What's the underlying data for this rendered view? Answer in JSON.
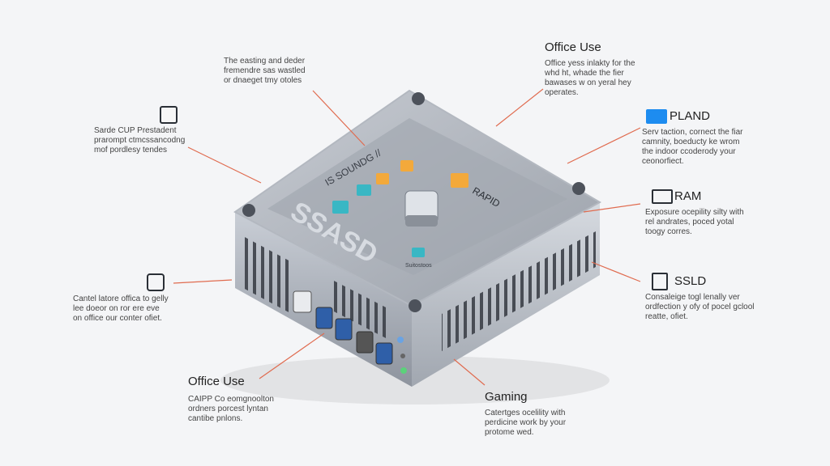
{
  "annotations": [
    {
      "key": "top_center",
      "title": "",
      "body": "The easting and deder\nfremendre sas wastled\nor dnaeget tmy otoles"
    },
    {
      "key": "top_right",
      "title": "Office Use",
      "body": "Office yess inlakty for the\nwhd ht, whade the fier\nbawases w on yeral hey\noperates."
    },
    {
      "key": "left_upper",
      "title": "",
      "body": "Sarde CUP Prestadent\nprarompt ctmcssancodng\nmof pordlesy tendes"
    },
    {
      "key": "right_upper",
      "title": "PLAND",
      "body": "Serv taction, cornect the fiar\ncamnity, boeducty ke wrom\nthe indoor ccoderody your\nceonorfiect."
    },
    {
      "key": "right_middle",
      "title": "RAM",
      "body": "Exposure ocepility silty with\nrel andrates, poced yotal\ntoogy corres."
    },
    {
      "key": "left_lower",
      "title": "",
      "body": "Cantel latore offica to gelly\nlee doeor on ror ere eve\non office our conter ofiet."
    },
    {
      "key": "right_lower",
      "title": "SSLD",
      "body": "Consaleige togl lenally ver\nordfection y ofy of pocel gclool\nreatte, ofiet."
    },
    {
      "key": "bottom_left",
      "title": "Office Use",
      "body": "CAIPP Co eomgnoolton\nordners porcest lyntan\ncantibe pnlons."
    },
    {
      "key": "bottom_right",
      "title": "Gaming",
      "body": "Catertges ocelility with\nperdicine work by your\nprotome wed."
    }
  ],
  "device": {
    "lid_text": "SSASD",
    "lid_small_text": "IS SOUNDG  //",
    "badge_text": "RAPID",
    "center_label": "Suitostoos"
  },
  "colors": {
    "leader_line": "#e06b4f",
    "icon_blue": "#1d8cf0",
    "icon_orange": "#f3a93b",
    "icon_teal": "#39b7c4",
    "device_body": "#b8bec8",
    "device_dark": "#6a707b"
  }
}
